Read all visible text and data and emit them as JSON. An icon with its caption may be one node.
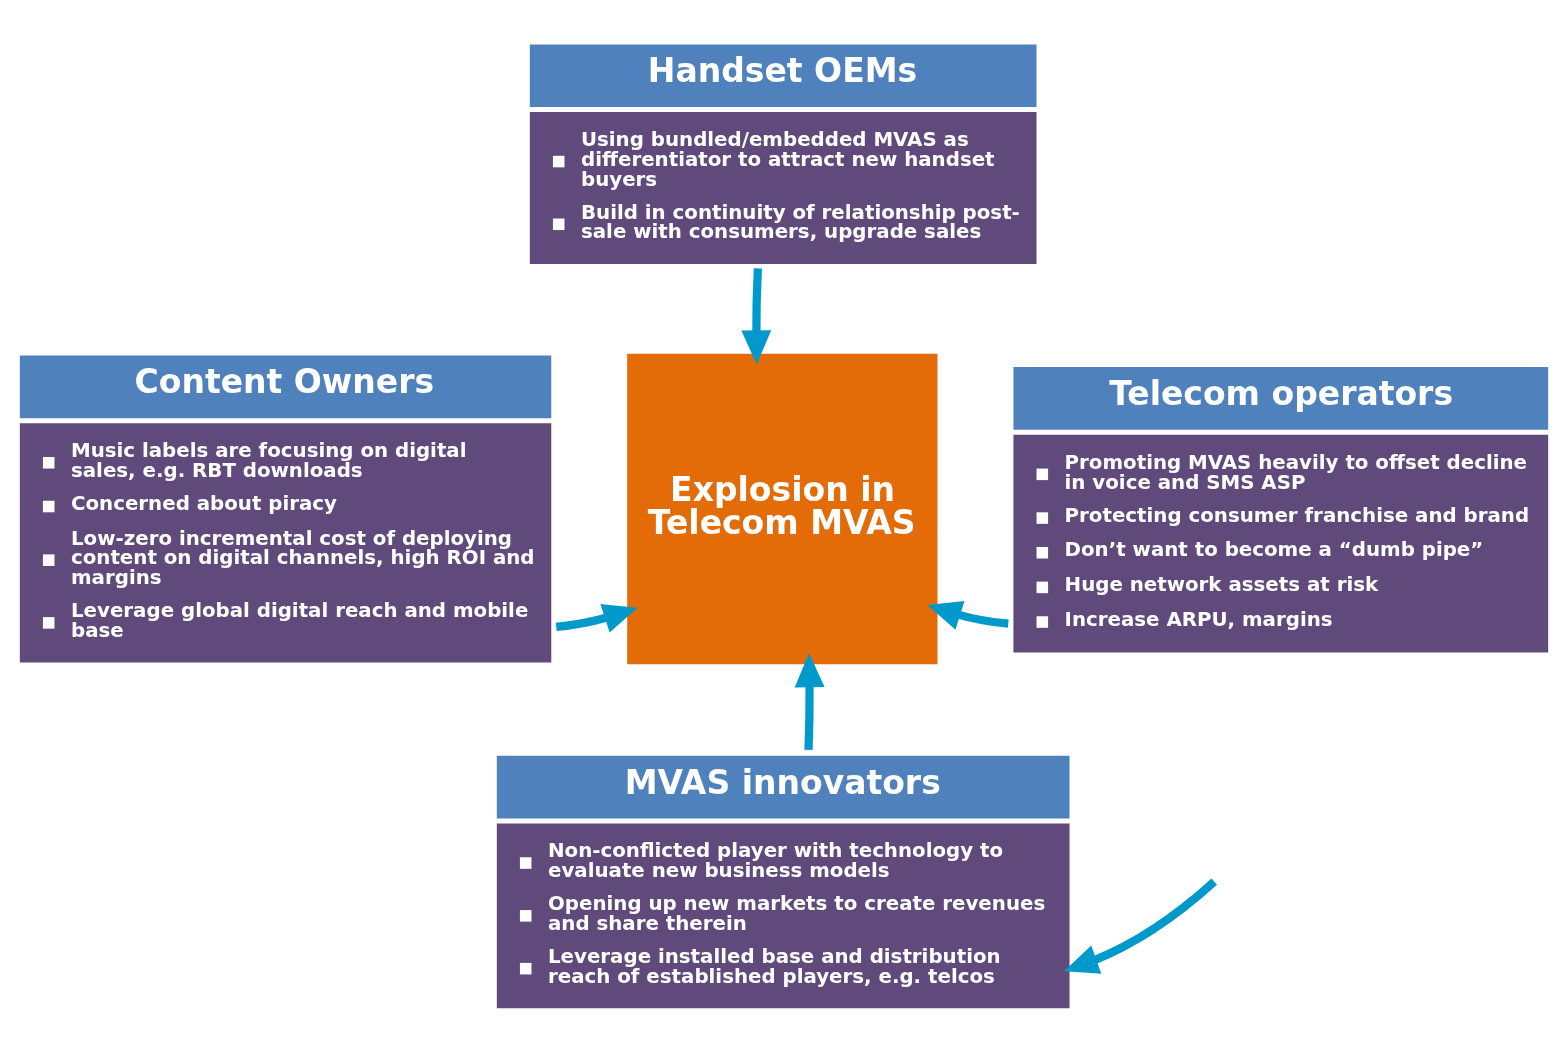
{
  "diagram": {
    "nodes": [
      {
        "text": [
          "Handset OEMs",
          "Using bundled/embedded MVAS as differentiator to attract new handset buyers",
          "Build in continuity of relationship post-sale with consumers, upgrade sales"
        ]
      },
      {
        "text": [
          "Content Owners",
          "Music labels are focusing on digital sales, e.g. RBT downloads",
          "Concerned about piracy",
          "Low-zero incremental cost of deploying content on digital channels, high ROI and margins",
          "Leverage global digital reach and mobile base"
        ]
      },
      {
        "text": [
          "Explosion in Telecom MVAS"
        ]
      },
      {
        "text": [
          "Telecom operators",
          "Promoting MVAS heavily to offset decline in voice and SMS ASP",
          "Protecting consumer franchise and brand",
          "Don’t want to become a “dumb pipe”",
          "Huge network assets at risk",
          "Increase ARPU, margins"
        ]
      },
      {
        "text": [
          "MVAS innovators",
          "Non-conflicted player with technology to evaluate new business models",
          "Opening up new markets to create revenues and share therein",
          "Leverage installed base and distribution reach of established players, e.g. telcos"
        ]
      }
    ],
    "edges": [
      {
        "from": 0,
        "to": 2,
        "arrow": "to"
      },
      {
        "from": 1,
        "to": 2,
        "arrow": "to"
      },
      {
        "from": 3,
        "to": 2,
        "arrow": "to"
      },
      {
        "from": 4,
        "to": 2,
        "arrow": "to"
      },
      {
        "from": null,
        "to": 4,
        "arrow": "to"
      }
    ]
  }
}
